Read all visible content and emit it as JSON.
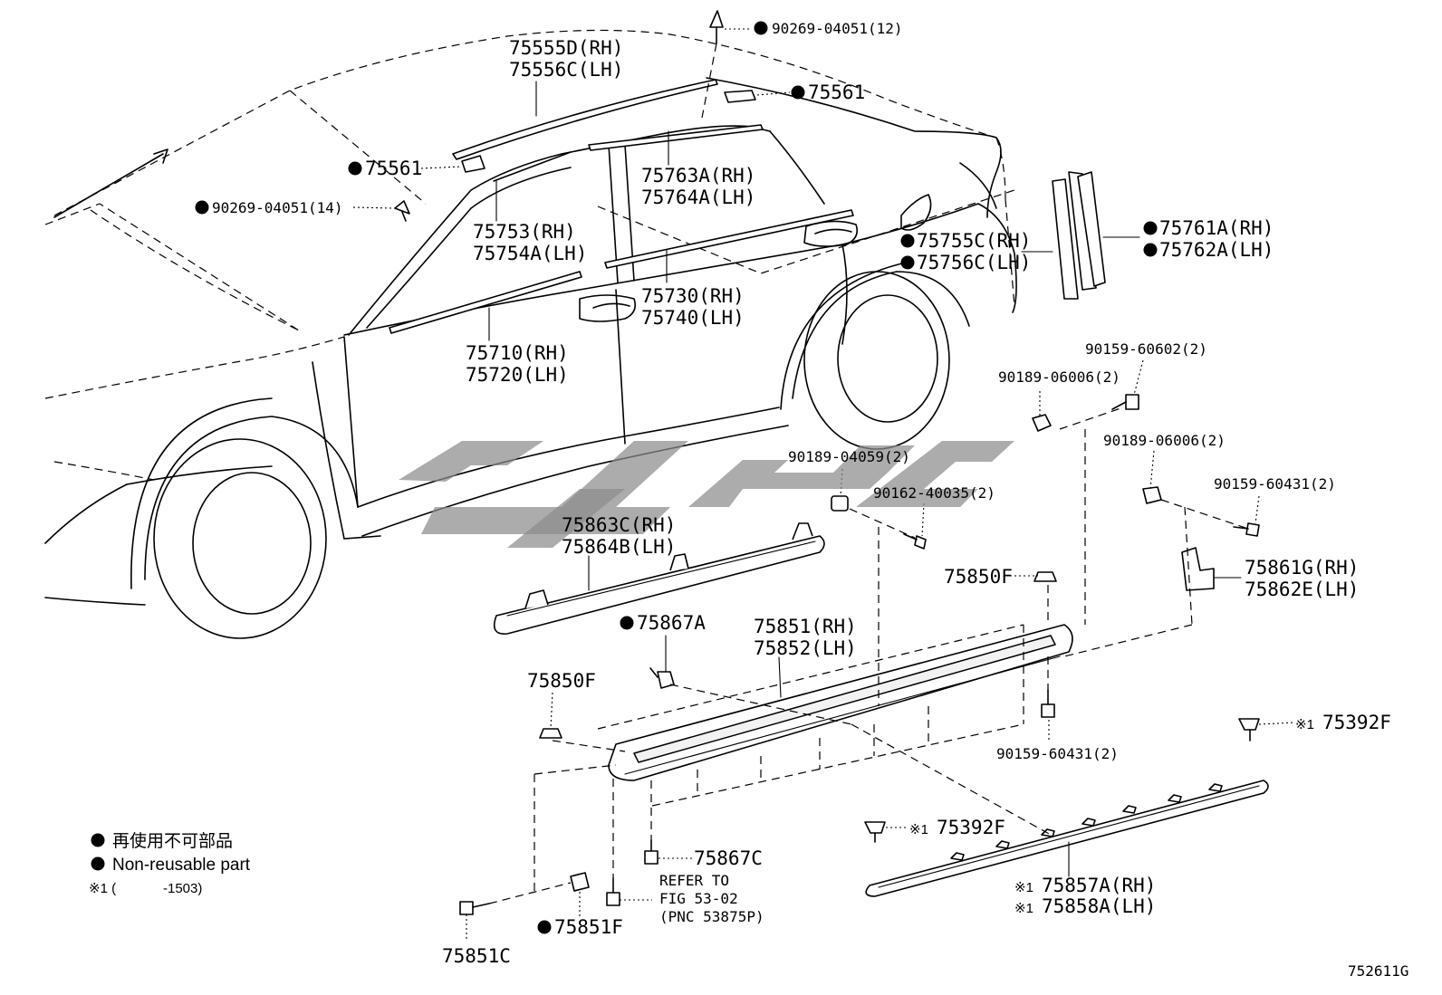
{
  "diagram": {
    "callouts": {
      "c90269_12": "90269-04051(12)",
      "c75555": "75555D(RH)",
      "c75556": "75556C(LH)",
      "c75561_top": "75561",
      "c75561_left": "75561",
      "c90269_14": "90269-04051(14)",
      "c75763": "75763A(RH)",
      "c75764": "75764A(LH)",
      "c75753": "75753(RH)",
      "c75754": "75754A(LH)",
      "c75730": "75730(RH)",
      "c75740": "75740(LH)",
      "c75710": "75710(RH)",
      "c75720": "75720(LH)",
      "c75755": "75755C(RH)",
      "c75756": "75756C(LH)",
      "c75761": "75761A(RH)",
      "c75762": "75762A(LH)",
      "c90159_60602": "90159-60602(2)",
      "c90189_06006_a": "90189-06006(2)",
      "c90189_06006_b": "90189-06006(2)",
      "c90189_04059": "90189-04059(2)",
      "c90162_40035": "90162-40035(2)",
      "c90159_60431_a": "90159-60431(2)",
      "c75863": "75863C(RH)",
      "c75864": "75864B(LH)",
      "c75850F_a": "75850F",
      "c75850F_b": "75850F",
      "c75861": "75861G(RH)",
      "c75862": "75862E(LH)",
      "c75867A": "75867A",
      "c75851": "75851(RH)",
      "c75852": "75852(LH)",
      "c90159_60431_b": "90159-60431(2)",
      "c75392F_a": "75392F",
      "c75392F_b": "75392F",
      "c75867C": "75867C",
      "refer1": "REFER TO",
      "refer2": "FIG 53-02",
      "refer3": "(PNC 53875P)",
      "c75857": "75857A(RH)",
      "c75858": "75858A(LH)",
      "c75851F": "75851F",
      "c75851C": "75851C"
    },
    "note_mark": "※1",
    "legend": {
      "line1": "再使用不可部品",
      "line2": "Non-reusable part",
      "line3_prefix": "※1 (",
      "line3_suffix": "-1503)"
    },
    "figure_code": "752611G",
    "colors": {
      "ink": "#000000",
      "watermark": "#8c8c8c",
      "background": "#ffffff"
    }
  }
}
